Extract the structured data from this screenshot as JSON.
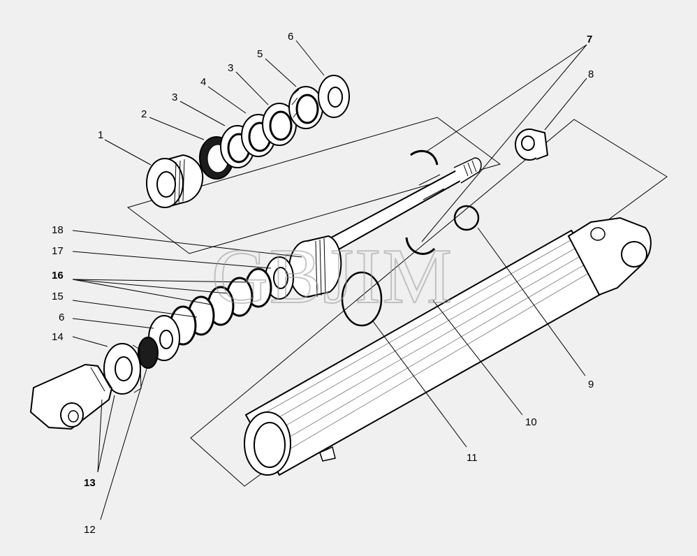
{
  "watermark": "GBJIM",
  "callouts": {
    "c1": "1",
    "c2": "2",
    "c3a": "3",
    "c3b": "3",
    "c4": "4",
    "c5": "5",
    "c6a": "6",
    "c6b": "6",
    "c7": "7",
    "c8": "8",
    "c9": "9",
    "c10": "10",
    "c11": "11",
    "c12": "12",
    "c13": "13",
    "c14": "14",
    "c15": "15",
    "c16": "16",
    "c17": "17",
    "c18": "18"
  }
}
